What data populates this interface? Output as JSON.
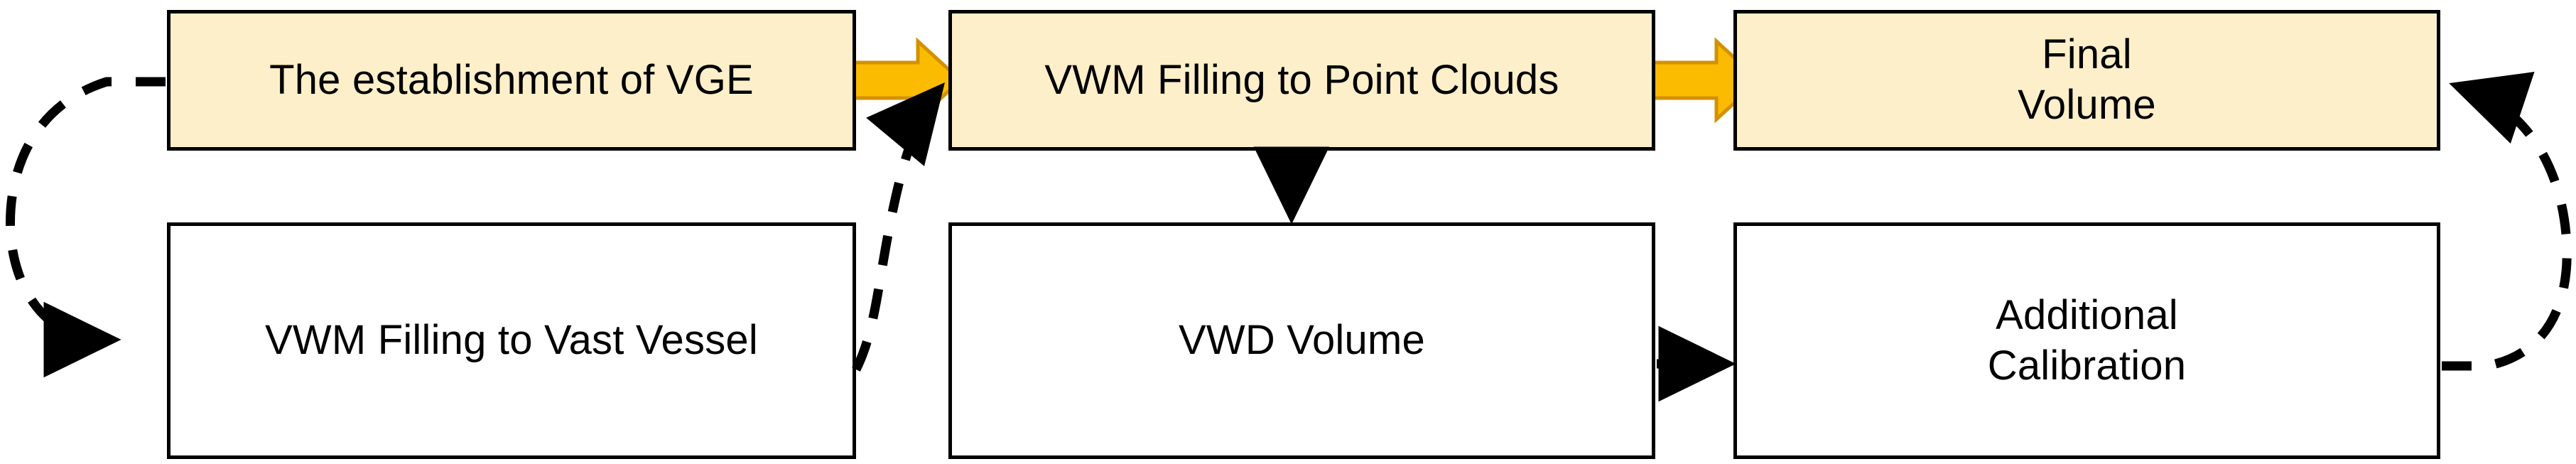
{
  "diagram": {
    "type": "flowchart",
    "title": "",
    "colors": {
      "node_fill_highlight": "#FDEFC9",
      "node_fill_plain": "#FFFFFF",
      "node_border": "#000000",
      "arrow_orange_fill": "#FABB00",
      "arrow_orange_border": "#D39100",
      "arrow_dashed": "#000000",
      "background": "#FFFFFF"
    },
    "nodes": [
      {
        "id": "vge",
        "label": "The establishment of VGE",
        "style": "highlight",
        "row": "top",
        "col": 1
      },
      {
        "id": "point_clouds",
        "label": "VWM Filling to Point Clouds",
        "style": "highlight",
        "row": "top",
        "col": 2
      },
      {
        "id": "final_volume",
        "label": "Final\nVolume",
        "style": "highlight",
        "row": "top",
        "col": 3
      },
      {
        "id": "vast_vessel",
        "label": "VWM Filling to Vast Vessel",
        "style": "plain",
        "row": "bottom",
        "col": 1
      },
      {
        "id": "vwd_volume",
        "label": "VWD Volume",
        "style": "plain",
        "row": "bottom",
        "col": 2
      },
      {
        "id": "additional_cal",
        "label": "Additional\nCalibration",
        "style": "plain",
        "row": "bottom",
        "col": 3
      }
    ],
    "edges": [
      {
        "from": "vge",
        "to": "point_clouds",
        "style": "solid-block",
        "color": "#FABB00",
        "label": ""
      },
      {
        "from": "point_clouds",
        "to": "final_volume",
        "style": "solid-block",
        "color": "#FABB00",
        "label": ""
      },
      {
        "from": "vge",
        "to": "vast_vessel",
        "style": "dashed-curve",
        "color": "#000000",
        "label": ""
      },
      {
        "from": "vast_vessel",
        "to": "point_clouds",
        "style": "dashed-curve",
        "color": "#000000",
        "label": ""
      },
      {
        "from": "point_clouds",
        "to": "vwd_volume",
        "style": "dashed-line",
        "color": "#000000",
        "label": ""
      },
      {
        "from": "vwd_volume",
        "to": "additional_cal",
        "style": "dashed-line",
        "color": "#000000",
        "label": ""
      },
      {
        "from": "additional_cal",
        "to": "final_volume",
        "style": "dashed-curve",
        "color": "#000000",
        "label": ""
      }
    ]
  },
  "icons": {
    "block_arrow_right": "block-arrow-right-icon",
    "dashed_arrow": "dashed-arrow-icon"
  }
}
